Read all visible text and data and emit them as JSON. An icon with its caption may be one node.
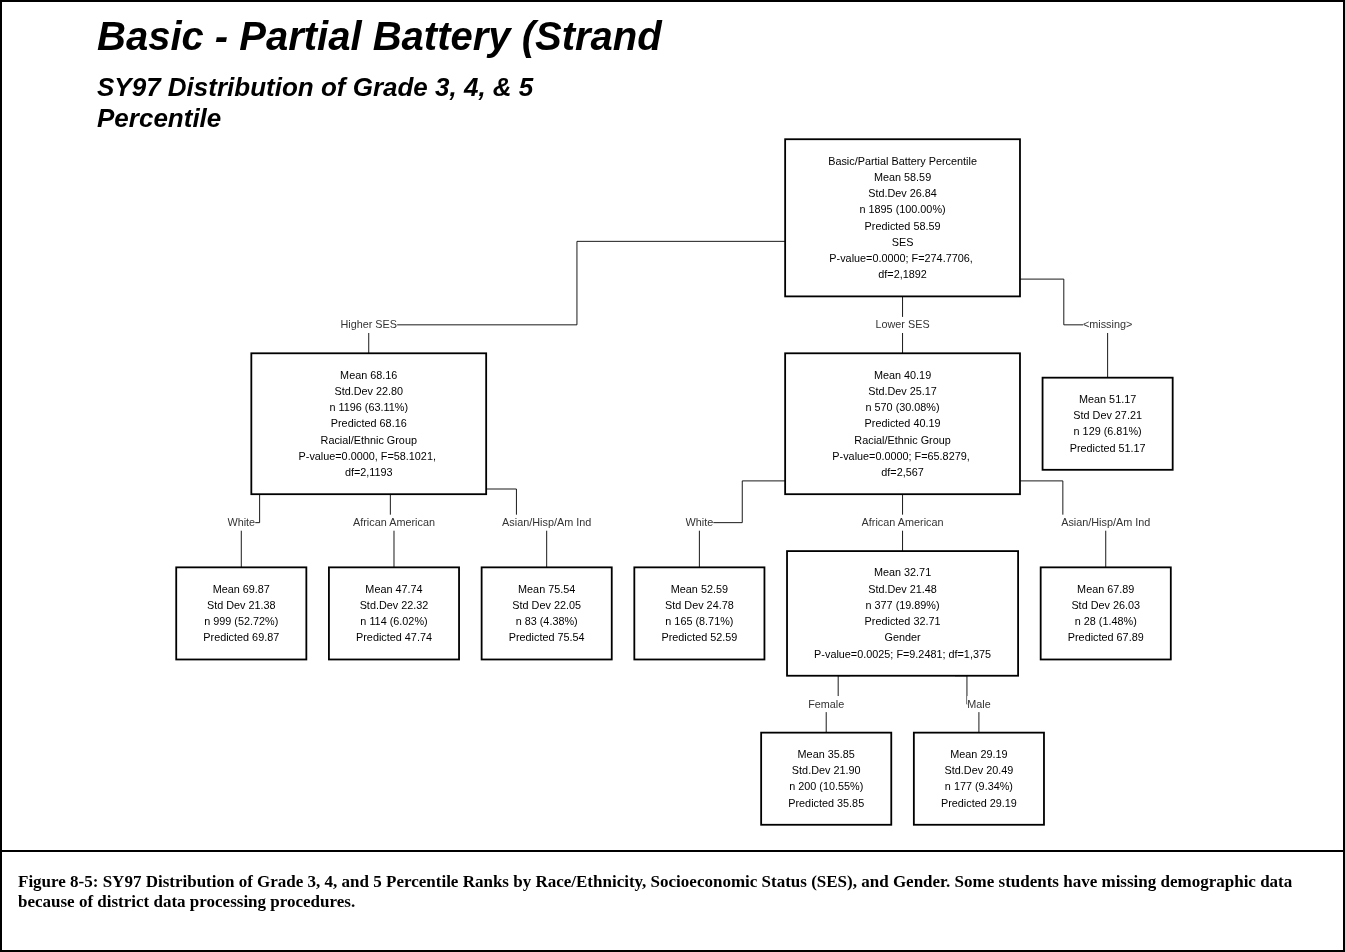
{
  "diagram": {
    "title": "Basic - Partial Battery (Strand",
    "caption": "Figure 8-5: SY97 Distribution of Grade 3, 4, and 5 Percentile Ranks by Race/Ethnicity, Socioeconomic Status (SES), and Gender. Some students have missing demographic data because of district data processing procedures.",
    "labels": [
      "SY97 Distribution of Grade 3, 4, & 5 Percentile"
    ],
    "nodes": [
      {
        "text": [
          "Basic/Partial Battery Percentile",
          "Mean 58.59",
          "Std.Dev 26.84",
          "n 1895 (100.00%)",
          "Predicted 58.59",
          "SES",
          "P-value=0.0000; F=274.7706, df=2,1892"
        ]
      },
      {
        "text": [
          "Mean 68.16",
          "Std.Dev 22.80",
          "n 1196 (63.11%)",
          "Predicted 68.16",
          "Racial/Ethnic Group",
          "P-value=0.0000, F=58.1021, df=2,1193"
        ]
      },
      {
        "text": [
          "Mean 40.19",
          "Std.Dev 25.17",
          "n 570 (30.08%)",
          "Predicted 40.19",
          "Racial/Ethnic Group",
          "P-value=0.0000; F=65.8279, df=2,567"
        ]
      },
      {
        "text": [
          "Mean 51.17",
          "Std Dev 27.21",
          "n 129 (6.81%)",
          "Predicted 51.17"
        ]
      },
      {
        "text": [
          "Mean 69.87",
          "Std Dev 21.38",
          "n 999 (52.72%)",
          "Predicted 69.87"
        ]
      },
      {
        "text": [
          "Mean 47.74",
          "Std.Dev 22.32",
          "n 114 (6.02%)",
          "Predicted 47.74"
        ]
      },
      {
        "text": [
          "Mean 75.54",
          "Std Dev 22.05",
          "n 83 (4.38%)",
          "Predicted 75.54"
        ]
      },
      {
        "text": [
          "Mean 52.59",
          "Std Dev 24.78",
          "n 165 (8.71%)",
          "Predicted 52.59"
        ]
      },
      {
        "text": [
          "Mean 32.71",
          "Std.Dev 21.48",
          "n 377 (19.89%)",
          "Predicted 32.71",
          "Gender",
          "P-value=0.0025; F=9.2481; df=1,375"
        ]
      },
      {
        "text": [
          "Mean 67.89",
          "Std Dev 26.03",
          "n 28 (1.48%)",
          "Predicted 67.89"
        ]
      },
      {
        "text": [
          "Mean 35.85",
          "Std.Dev 21.90",
          "n 200 (10.55%)",
          "Predicted 35.85"
        ]
      },
      {
        "text": [
          "Mean 29.19",
          "Std.Dev 20.49",
          "n 177 (9.34%)",
          "Predicted 29.19"
        ]
      }
    ],
    "edges": [
      {
        "from": 0,
        "to": 1,
        "arrow": "none",
        "label": "Higher SES"
      },
      {
        "from": 0,
        "to": 2,
        "arrow": "none",
        "label": "Lower SES"
      },
      {
        "from": 0,
        "to": 3,
        "arrow": "none",
        "label": "<missing>"
      },
      {
        "from": 1,
        "to": 4,
        "arrow": "none",
        "label": "White"
      },
      {
        "from": 1,
        "to": 5,
        "arrow": "none",
        "label": "African American"
      },
      {
        "from": 1,
        "to": 6,
        "arrow": "none",
        "label": "Asian/Hisp/Am Ind"
      },
      {
        "from": 2,
        "to": 7,
        "arrow": "none",
        "label": "White"
      },
      {
        "from": 2,
        "to": 8,
        "arrow": "none",
        "label": "African American"
      },
      {
        "from": 2,
        "to": 9,
        "arrow": "none",
        "label": "Asian/Hisp/Am Ind"
      },
      {
        "from": 8,
        "to": 10,
        "arrow": "none",
        "label": "Female"
      },
      {
        "from": 8,
        "to": 11,
        "arrow": "none",
        "label": "Male"
      }
    ]
  }
}
